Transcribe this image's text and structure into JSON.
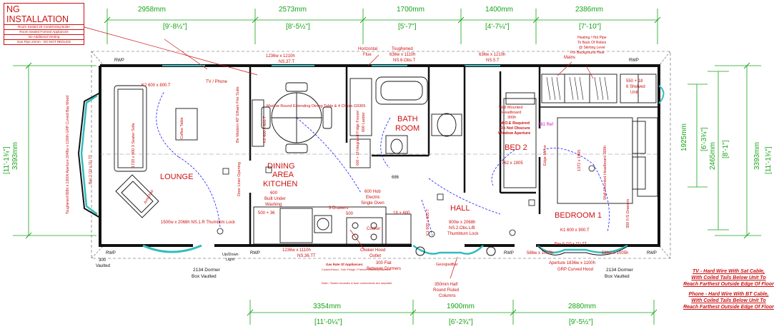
{
  "header": {
    "title": "NG INSTALLATION",
    "rows": [
      "Room Sealed 25 Condensing Boiler",
      "Room Sealed Formed Appliances",
      "No Additional Venting",
      "Gas Pipe 22mm - DO NOT REDUCE"
    ]
  },
  "top_dims": [
    {
      "mm": "2958mm",
      "imp": "[9'-8½\"]"
    },
    {
      "mm": "2573mm",
      "imp": "[8'-5½\"]"
    },
    {
      "mm": "1700mm",
      "imp": "[5'-7\"]"
    },
    {
      "mm": "1400mm",
      "imp": "[4'-7¼\"]"
    },
    {
      "mm": "2386mm",
      "imp": "[7'-10\"]"
    }
  ],
  "bottom_dims": [
    {
      "mm": "3354mm",
      "imp": "[11'-0¼\"]"
    },
    {
      "mm": "1900mm",
      "imp": "[6'-2¾\"]"
    },
    {
      "mm": "2880mm",
      "imp": "[9'-5½\"]"
    }
  ],
  "side_dims": {
    "left_mm": "3393mm",
    "left_imp": "[11'-1¾\"]",
    "right_mm": "3393mm",
    "right_imp": "[11'-1¾\"]",
    "r1_mm": "1925mm",
    "r1_imp": "[6'-3¾\"]",
    "r2_mm": "2465mm",
    "r2_imp": "[8'-1\"]"
  },
  "rooms": {
    "lounge": "LOUNGE",
    "dining1": "DINING",
    "dining2": "AREA",
    "dining3": "KITCHEN",
    "bath1": "BATH",
    "bath2": "ROOM",
    "bed2": "BED 2",
    "hall": "HALL",
    "bedroom1": "BEDROOM 1"
  },
  "labels": {
    "k2_lounge": "K2 600 x 800.T",
    "tv_phone": "TV / Phone",
    "coffee": "Coffee Table",
    "seater": "1720 x 900 3 Seater Sofa",
    "toughened_left": "Toughened 898h x 1360h Aperture 2048w x 1300h GRP Curved Bay Wood",
    "bay_left": "Bay 7 (10 x 11) TT",
    "armchair": "Armchair",
    "thumb_left": "1500w x 2068h NS.1.R Thumblim Lock",
    "door_liner": "Door Liner Opening",
    "be_modern": "Be Modern 40\" Elham Fire Suite",
    "k2_dining": "K2 600 x 600.T",
    "marlow": "Marlow Round Extending Dining Table & 4 Chairs G9365",
    "built_under1": "600",
    "built_under2": "Built Under",
    "built_under3": "Washing",
    "w1236_top": "1236w x 1210h",
    "ns37": "NS.37.T",
    "horiz1": "Horizontal",
    "horiz2": "Flue",
    "tough636_1": "Toughened",
    "tough636_2": "636w x 1110h",
    "tough636_3": "NS.6.Obs.T",
    "w636_2": "636w x 1210h",
    "ns5": "NS.5.T",
    "heating1": "Heating / Hot Pipe",
    "heating2": "To Back Of Robes",
    "heating3": "@ Skirting Level",
    "heating4": "For Background Heat",
    "mains": "Mains",
    "shelved1": "550 + 18",
    "shelved2": "6 Shelved",
    "shelved3": "Unit",
    "wall_headboard1": "Wall Mounted",
    "wall_headboard2": "Headboard",
    "wall_headboard3": "300h",
    "moe1": "M.O.E Required",
    "moe2": "Do Not Obscure",
    "moe3": "Window Aperture",
    "ref": "481 Ref",
    "bed2_size": "762 x 1905",
    "bed1_size": "1372 x 1905",
    "edge_mirror": "Edge Mirror",
    "wall_headboard_b1": "Wall Mounted Headboard 300h",
    "hob1": "600 Hob",
    "hob2": "Electric",
    "hob3": "Single Oven",
    "drawers": "3 Drawers",
    "w500": "500",
    "cooker": "Cooker",
    "w1236_bottom": "1236w x 1110h",
    "ns36": "NS.36.TT",
    "cooker_hood1": "Cooker Hood",
    "cooker_hood2": "Outlet",
    "flat300_1": "300 Flat",
    "flat300_2": "Between Dormers",
    "gas_note_title": "Gas Rate Of Appliances:",
    "gas_note_lines": "Cooker/Hood - Hob  Fridge / Freezer  Washing Machine",
    "gas_note_sub": "Note:- Switch modules & fuse connections are separate",
    "columns1": "350mm Half",
    "columns2": "Round Fluted",
    "columns3": "Columns",
    "door_hall1": "900w x 2068h",
    "door_hall2": "NS.2.Obs.L/B",
    "door_hall3": "Thumbturn Lock",
    "k1_bed": "K1 600 x 900.T",
    "bay_right": "Bay 6 (10 x 11) TT",
    "w586_1": "586w x 1005h",
    "w586_2": "586w x 1005h",
    "aperture_right": "Aperture 1836w x 1100h",
    "grp_right": "GRP Curved Hood",
    "dormer_left1": "2134 Dormer",
    "dormer_left2": "Box Vaulted",
    "dormer_right1": "2134 Dormer",
    "dormer_right2": "Box Vaulted",
    "updown1": "Up/Down",
    "updown2": "Light",
    "rwp": "RWP",
    "vaulted_left1": "Box",
    "vaulted_left2": "300",
    "vaulted_left3": "Vaulted",
    "k1_hall": "K1 600 x 600.T",
    "w686": "686",
    "w500_36": "500 + 36",
    "w18_600": "18 + 600",
    "fridge": "600 + 18 Integrated Fridge Freezer",
    "w600_ladder": "600 Ladder",
    "drawers_bed": "300 F/S Drawers",
    "georgian1": "Georgian",
    "georgian2": "Bar"
  },
  "notes": {
    "tv": [
      "TV - Hard Wire With Sat Cable,",
      "With Coiled Tails Below Unit To",
      "Reach Farthest Outside Edge Of Floor"
    ],
    "phone": [
      "Phone - Hard Wire With BT Cable,",
      "With Coiled Tails Below Unit To",
      "Reach Farthest Outside Edge Of Floor"
    ]
  },
  "colors": {
    "dim": "#16a316",
    "annot": "#cc1111",
    "wall": "#111111",
    "switch": "#1a1aff",
    "window": "#33bbbb"
  }
}
